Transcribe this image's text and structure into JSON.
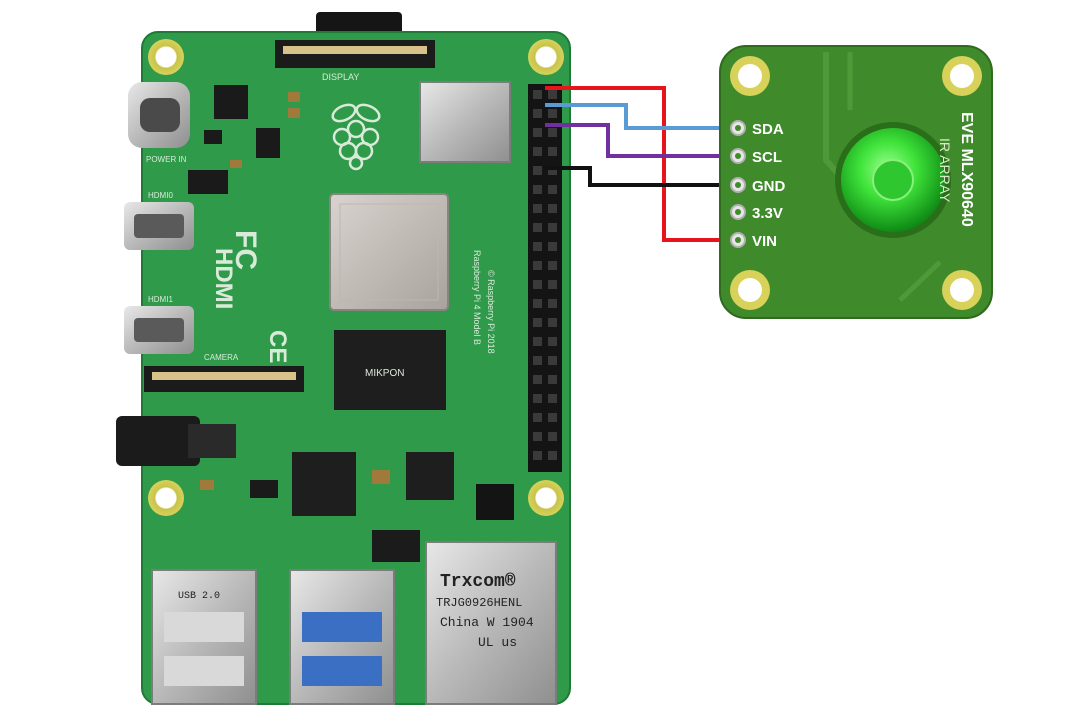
{
  "colors": {
    "rpi_pcb": "#2f9a4a",
    "sensor_pcb": "#3f8a2a",
    "wire_vin": "#e8141c",
    "wire_sda": "#5b9bd5",
    "wire_scl": "#7030a0",
    "wire_gnd": "#111111",
    "sensor_lens": "#35e03a"
  },
  "raspberry_pi": {
    "logo_alt": "raspberry-logo",
    "silk_display": "DISPLAY",
    "silk_power": "POWER IN",
    "silk_hdmi0": "HDMI0",
    "silk_hdmi1": "HDMI1",
    "silk_camera": "CAMERA",
    "silk_hdmi": "HDMI",
    "silk_fc": "FC",
    "silk_ce": "CE",
    "silk_model": "Raspberry Pi 4 Model B",
    "silk_copyright": "© Raspberry Pi 2018",
    "ram_text": "ΜΙΚΡΟΝ",
    "ethernet_brand": "Trxcom®",
    "ethernet_part": "TRJG0926HENL",
    "ethernet_origin": "China W 1904",
    "ethernet_mark": "UL us",
    "usb_label": "USB 2.0"
  },
  "sensor": {
    "title": "EVE MLX90640",
    "title_extra": "IR ARRAY",
    "pins": [
      {
        "label": "SDA"
      },
      {
        "label": "SCL"
      },
      {
        "label": "GND"
      },
      {
        "label": "3.3V"
      },
      {
        "label": "VIN"
      }
    ]
  }
}
